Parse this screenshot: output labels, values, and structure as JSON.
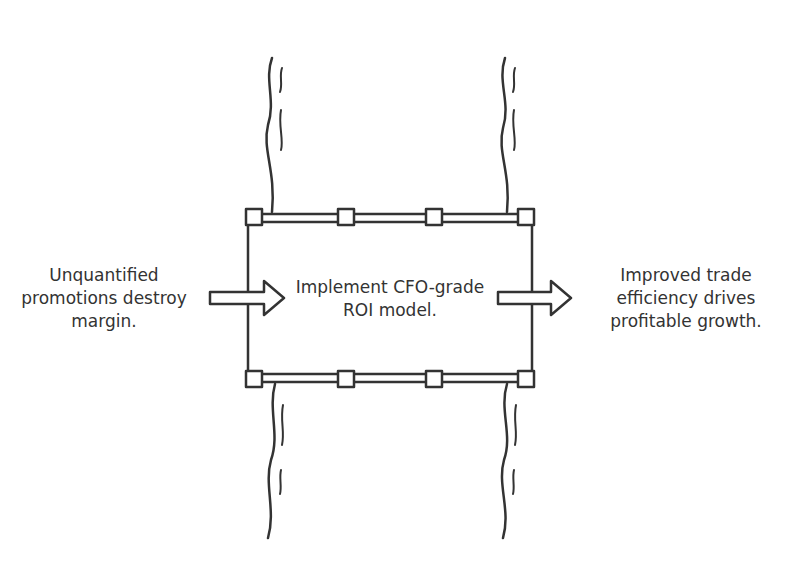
{
  "diagram": {
    "nodes": [
      {
        "text": [
          "Implement CFO-grade ROI model."
        ]
      }
    ],
    "labels": [
      "Unquantified promotions destroy margin.",
      "Improved trade efficiency drives profitable growth."
    ]
  }
}
